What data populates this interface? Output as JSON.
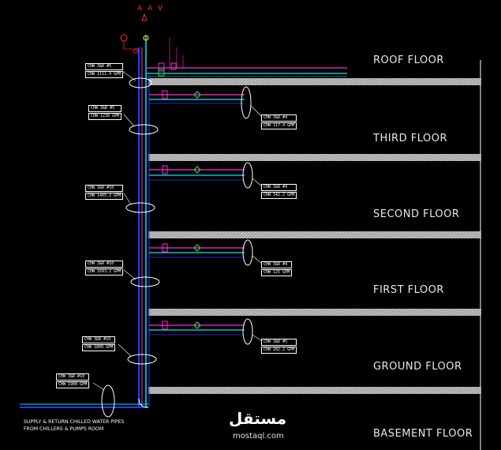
{
  "aav_label": "A A V",
  "floors": [
    {
      "name": "ROOF FLOOR"
    },
    {
      "name": "THIRD FLOOR"
    },
    {
      "name": "SECOND FLOOR"
    },
    {
      "name": "FIRST FLOOR"
    },
    {
      "name": "GROUND FLOOR"
    },
    {
      "name": "BASEMENT FLOOR"
    }
  ],
  "riser_tags": [
    {
      "size": "CHW 3&R #5",
      "flow": "CHW 1111.4 GPM"
    },
    {
      "size": "CHW 3&R #5",
      "flow": "CHW 1236 GPM"
    },
    {
      "size": "CHW 3&R #10",
      "flow": "CHW 1405.2 GPM"
    },
    {
      "size": "CHW 3&R #10",
      "flow": "CHW 1693.2 GPM"
    },
    {
      "size": "CHW 3&R #10",
      "flow": "CHW 1800 GPM"
    },
    {
      "size": "CHW 3&R #10",
      "flow": "CHW 1900 GPM"
    }
  ],
  "branch_tags": [
    {
      "size": "CHW 3&R #4",
      "flow": "CHW 117.4 GPM"
    },
    {
      "size": "CHW 3&R #4",
      "flow": "CHW 342.2 GPM"
    },
    {
      "size": "CHW 3&R #4",
      "flow": "CHW 125 GPM"
    },
    {
      "size": "CHW 3&R #5",
      "flow": "CHW 282.2 GPM"
    }
  ],
  "supply_note": {
    "line1": "SUPPLY & RETURN CHILLED WATER PIPES",
    "line2": "FROM CHILLERS & PUMPS ROOM"
  },
  "watermark": {
    "arabic": "مستقل",
    "latin": "mostaql.com"
  },
  "colors": {
    "background": "#000000",
    "supply_pipe": "#00e5ff",
    "return_pipe": "#ff2bd6",
    "riser_blue": "#2a3bff",
    "valve_green": "#35d04a",
    "slab": "#d9d9d9",
    "aav_red": "#ff2a2a"
  }
}
